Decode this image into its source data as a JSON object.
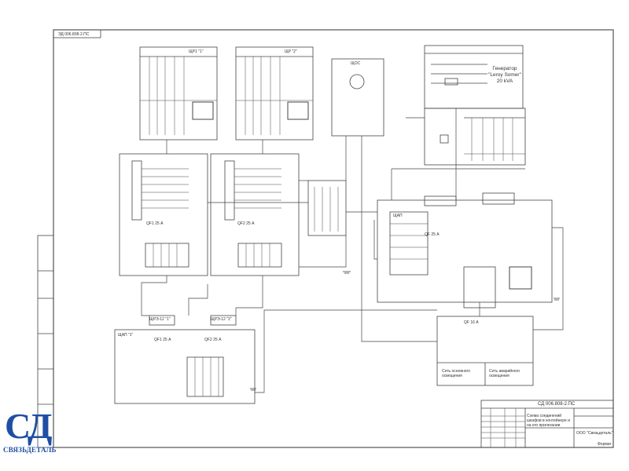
{
  "sheet": {
    "stamp_top": "ЭД 006.808-2.ПС",
    "title_code": "СД 006.808-2.ПС",
    "title_name": "Схема соединений шкафов в контейнере и на его прилегании",
    "company": "ООО \"Связьдеталь\"",
    "format": "Формат"
  },
  "generator": {
    "line1": "Генератор",
    "line2": "\"Leroy Somer\"",
    "line3": "20 kVA"
  },
  "panels": {
    "panel1": "ЩР1 \"1\"",
    "panel2": "ЩР \"2\"",
    "lamp_panel": "ЩОС",
    "right_lower": "ЩАП",
    "left_lower": "ЩАП \"1\"",
    "sub1": "ЩРЭ-12 \"1\"",
    "sub2": "ЩРЭ-12 \"2\""
  },
  "breakers": {
    "qf1": "QF1 25 А",
    "qf2": "QF2 25 А",
    "qf3": "QF 25 А",
    "qf4": "QF 16 А",
    "qf5": "QF1 25 А",
    "qf6": "QF2 25 А"
  },
  "notes": {
    "socket1": "Сеть основного освещения",
    "socket2": "Сеть аварийного освещения"
  },
  "logo": {
    "mark": "СД",
    "name": "СВЯЗЬДЕТАЛЬ"
  }
}
